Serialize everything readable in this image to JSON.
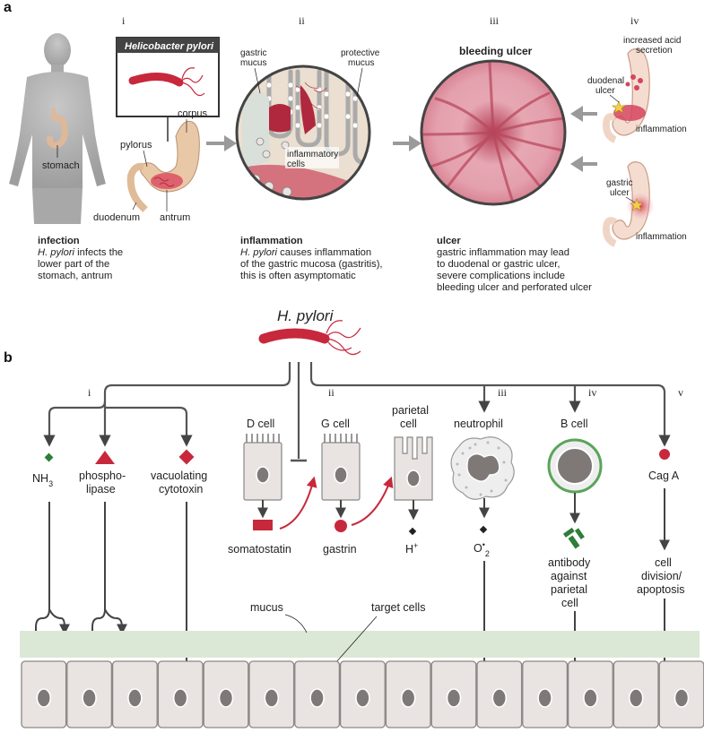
{
  "panels": {
    "a": {
      "letter": "a",
      "numerals": [
        "i",
        "ii",
        "iii",
        "iv"
      ],
      "infection": {
        "body_label": "stomach",
        "hp_box": "Helicobacter pylori",
        "corpus": "corpus",
        "pylorus": "pylorus",
        "duodenum": "duodenum",
        "antrum": "antrum",
        "title": "infection",
        "line1_ital": "H. pylori",
        "line1_rest": " infects the",
        "line2": "lower part of the",
        "line3": "stomach, antrum"
      },
      "inflammation": {
        "gastric_mucus_1": "gastric",
        "gastric_mucus_2": "mucus",
        "protective_mucus_1": "protective",
        "protective_mucus_2": "mucus",
        "inflammatory_1": "inflammatory",
        "inflammatory_2": "cells",
        "title": "inflammation",
        "line1_ital": "H. pylori",
        "line1_rest": " causes inflammation",
        "line2": "of the gastric mucosa (gastritis),",
        "line3": "this is often asymptomatic"
      },
      "ulcer": {
        "bleeding": "bleeding ulcer",
        "title": "ulcer",
        "line1": "gastric inflammation may lead",
        "line2": "to duodenal or gastric ulcer,",
        "line3": "severe complications include",
        "line4": "bleeding ulcer and perforated ulcer"
      },
      "iv": {
        "acid_1": "increased acid",
        "acid_2": "secretion",
        "duodenal_1": "duodenal",
        "duodenal_2": "ulcer",
        "inflammation_top": "inflammation",
        "gastric_1": "gastric",
        "gastric_2": "ulcer",
        "inflammation_bottom": "inflammation"
      }
    },
    "b": {
      "letter": "b",
      "title": "H. pylori",
      "numerals": [
        "i",
        "ii",
        "iii",
        "iv",
        "v"
      ],
      "nh3": "NH",
      "nh3_sub": "3",
      "phospho_1": "phospho-",
      "phospho_2": "lipase",
      "vac_1": "vacuolating",
      "vac_2": "cytotoxin",
      "dcell": "D cell",
      "gcell": "G cell",
      "parietal_1": "parietal",
      "parietal_2": "cell",
      "neutrophil": "neutrophil",
      "bcell": "B cell",
      "caga": "Cag A",
      "somatostatin": "somatostatin",
      "gastrin": "gastrin",
      "h": "H",
      "h_sup": "+",
      "o": "O",
      "o_sup": "•",
      "o_sub": "2",
      "antibody_1": "antibody",
      "antibody_2": "against",
      "antibody_3": "parietal",
      "antibody_4": "cell",
      "celldiv_1": "cell",
      "celldiv_2": "division/",
      "celldiv_3": "apoptosis",
      "mucus": "mucus",
      "target": "target cells"
    }
  },
  "colors": {
    "bacterium": "#c8283c",
    "marker_red": "#c8283c",
    "marker_green": "#2e7d3a",
    "stomach": "#e9c8a8",
    "mucus_layer": "#dce8d6",
    "cell_fill": "#e9e4e2",
    "nucleus": "#7e7877",
    "arrow_grey": "#444444",
    "big_arrow": "#9a9a9a",
    "bcell_ring": "#5aa45a",
    "inflamed": "#d0485e"
  }
}
